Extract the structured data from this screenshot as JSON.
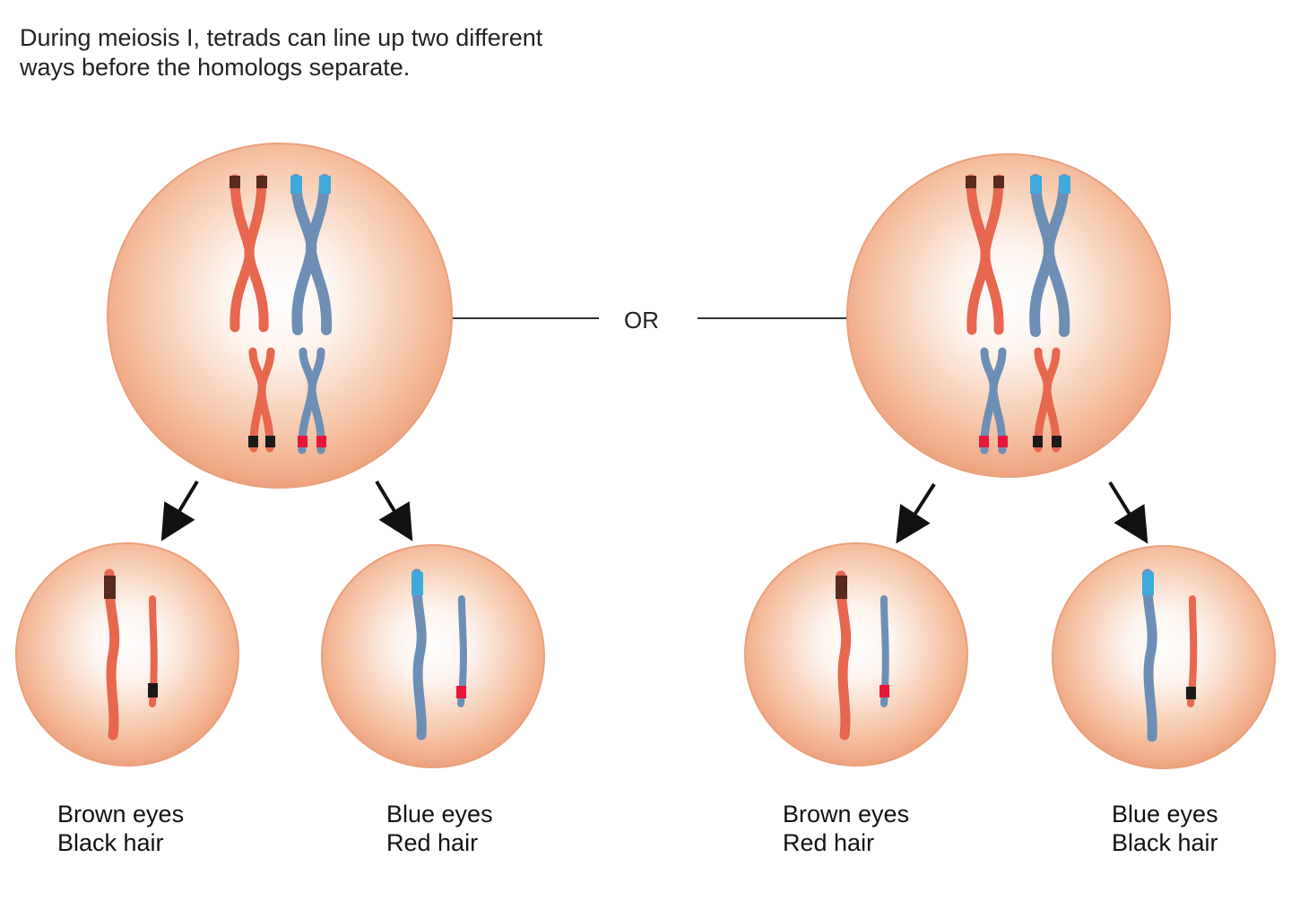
{
  "caption": {
    "line1": "During meiosis I, tetrads can line up two different",
    "line2": "ways before the homologs separate."
  },
  "or_label": "OR",
  "outcomes": [
    {
      "eyes": "Brown eyes",
      "hair": "Black hair"
    },
    {
      "eyes": "Blue eyes",
      "hair": "Red hair"
    },
    {
      "eyes": "Brown eyes",
      "hair": "Red hair"
    },
    {
      "eyes": "Blue eyes",
      "hair": "Black hair"
    }
  ],
  "colors": {
    "cell": "#f2a47c",
    "maternal_chromosome": "#e8674f",
    "paternal_chromosome": "#6d8fb5",
    "brown_eye_allele": "#5a2a1c",
    "blue_eye_allele": "#3fa9d9",
    "black_hair_allele": "#1a1a1a",
    "red_hair_allele": "#e8173a"
  }
}
